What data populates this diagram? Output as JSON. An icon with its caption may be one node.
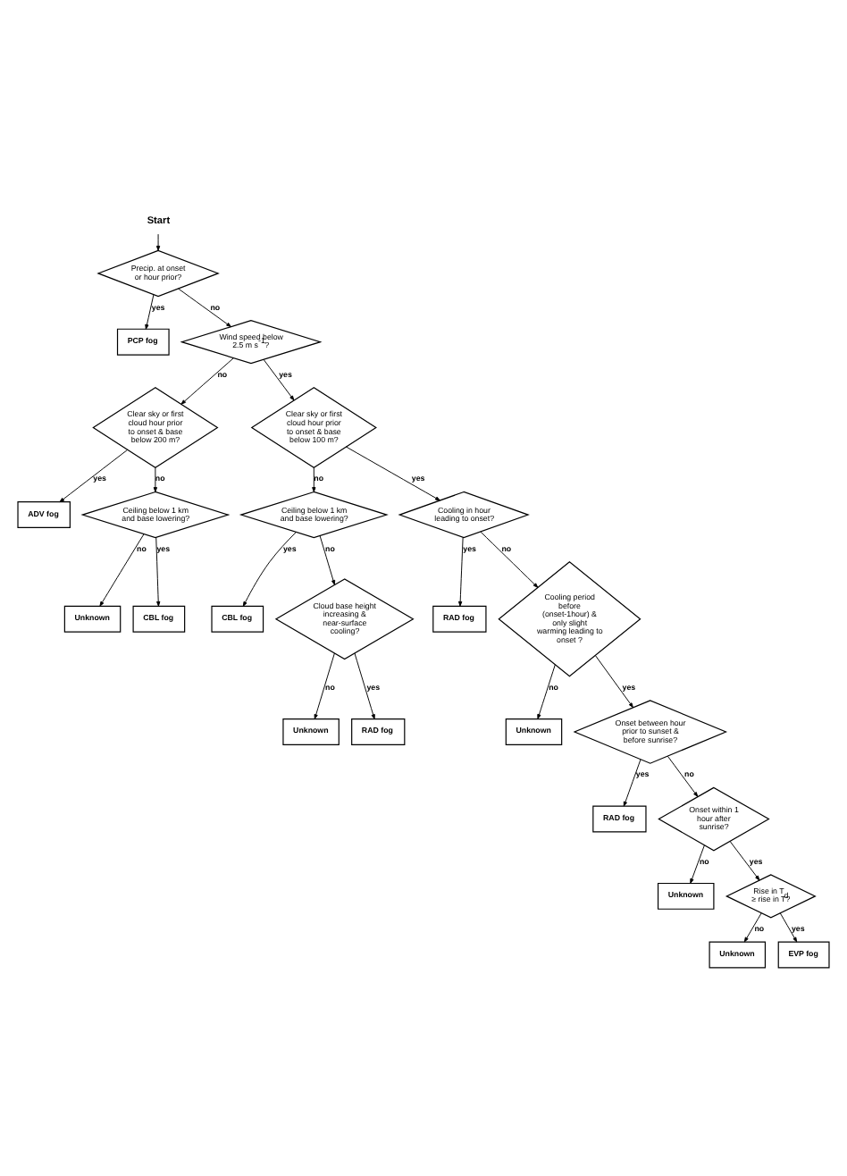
{
  "diagram": {
    "nodes": [
      {
        "text": [
          "Start"
        ]
      },
      {
        "text": [
          "Precip. at onset or hour prior?"
        ]
      },
      {
        "text": [
          "PCP fog"
        ]
      },
      {
        "text": [
          "Wind speed below 2.5 m s$^{-1}$?"
        ]
      },
      {
        "text": [
          "Clear sky or first cloud hour prior to onset & base below 200 m?"
        ]
      },
      {
        "text": [
          "Clear sky or first cloud hour prior to onset & base below 100 m?"
        ]
      },
      {
        "text": [
          "ADV fog"
        ]
      },
      {
        "text": [
          "Ceiling below 1 km and base lowering?"
        ]
      },
      {
        "text": [
          "Unknown"
        ]
      },
      {
        "text": [
          "CBL fog"
        ]
      },
      {
        "text": [
          "Ceiling below 1 km and base lowering?"
        ]
      },
      {
        "text": [
          "Cooling in hour leading to onset?"
        ]
      },
      {
        "text": [
          "CBL fog"
        ]
      },
      {
        "text": [
          "RAD fog"
        ]
      },
      {
        "text": [
          "Cloud base height increasing & near-surface cooling?"
        ]
      },
      {
        "text": [
          "Cooling period before (onset-1hour) & only slight warming leading to onset ?"
        ]
      },
      {
        "text": [
          "Unknown"
        ]
      },
      {
        "text": [
          "RAD fog"
        ]
      },
      {
        "text": [
          "Unknown"
        ]
      },
      {
        "text": [
          "Onset between hour prior to sunset & before sunrise?"
        ]
      },
      {
        "text": [
          "RAD fog"
        ]
      },
      {
        "text": [
          "Onset within 1 hour after sunrise?"
        ]
      },
      {
        "text": [
          "Unknown"
        ]
      },
      {
        "text": [
          "Rise in T$_{d}$ ≥ rise in T?"
        ]
      },
      {
        "text": [
          "Unknown"
        ]
      },
      {
        "text": [
          "EVP fog"
        ]
      }
    ],
    "edges": [
      {
        "from": 0,
        "to": 1,
        "arrow": "to"
      },
      {
        "from": 1,
        "to": 2,
        "arrow": "to",
        "label": "yes"
      },
      {
        "from": 1,
        "to": 3,
        "arrow": "to",
        "label": "no"
      },
      {
        "from": 3,
        "to": 4,
        "arrow": "to",
        "label": "no"
      },
      {
        "from": 3,
        "to": 5,
        "arrow": "to",
        "label": "yes"
      },
      {
        "from": 4,
        "to": 7,
        "arrow": "to",
        "label": "no"
      },
      {
        "from": 4,
        "to": 6,
        "arrow": "to",
        "label": "yes"
      },
      {
        "from": 7,
        "to": 8,
        "arrow": "to",
        "label": "no"
      },
      {
        "from": 7,
        "to": 9,
        "arrow": "to",
        "label": "yes"
      },
      {
        "from": 5,
        "to": 10,
        "arrow": "to",
        "label": "no"
      },
      {
        "from": 5,
        "to": 11,
        "arrow": "to",
        "label": "yes"
      },
      {
        "from": 10,
        "to": 14,
        "arrow": "to",
        "label": "no"
      },
      {
        "from": 10,
        "to": 12,
        "arrow": "to",
        "label": "yes"
      },
      {
        "from": 11,
        "to": 15,
        "arrow": "to",
        "label": "no"
      },
      {
        "from": 11,
        "to": 13,
        "arrow": "to",
        "label": "yes"
      },
      {
        "from": 14,
        "to": 16,
        "arrow": "to",
        "label": "no"
      },
      {
        "from": 14,
        "to": 17,
        "arrow": "to",
        "label": "yes"
      },
      {
        "from": 15,
        "to": 18,
        "arrow": "to",
        "label": "no"
      },
      {
        "from": 15,
        "to": 19,
        "arrow": "to",
        "label": "yes"
      },
      {
        "from": 19,
        "to": 21,
        "arrow": "to",
        "label": "no"
      },
      {
        "from": 19,
        "to": 20,
        "arrow": "to",
        "label": "yes"
      },
      {
        "from": 21,
        "to": 22,
        "arrow": "to",
        "label": "no"
      },
      {
        "from": 21,
        "to": 23,
        "arrow": "to",
        "label": "yes"
      },
      {
        "from": 23,
        "to": 24,
        "arrow": "to",
        "label": "no"
      },
      {
        "from": 23,
        "to": 25,
        "arrow": "to",
        "label": "yes"
      }
    ]
  }
}
